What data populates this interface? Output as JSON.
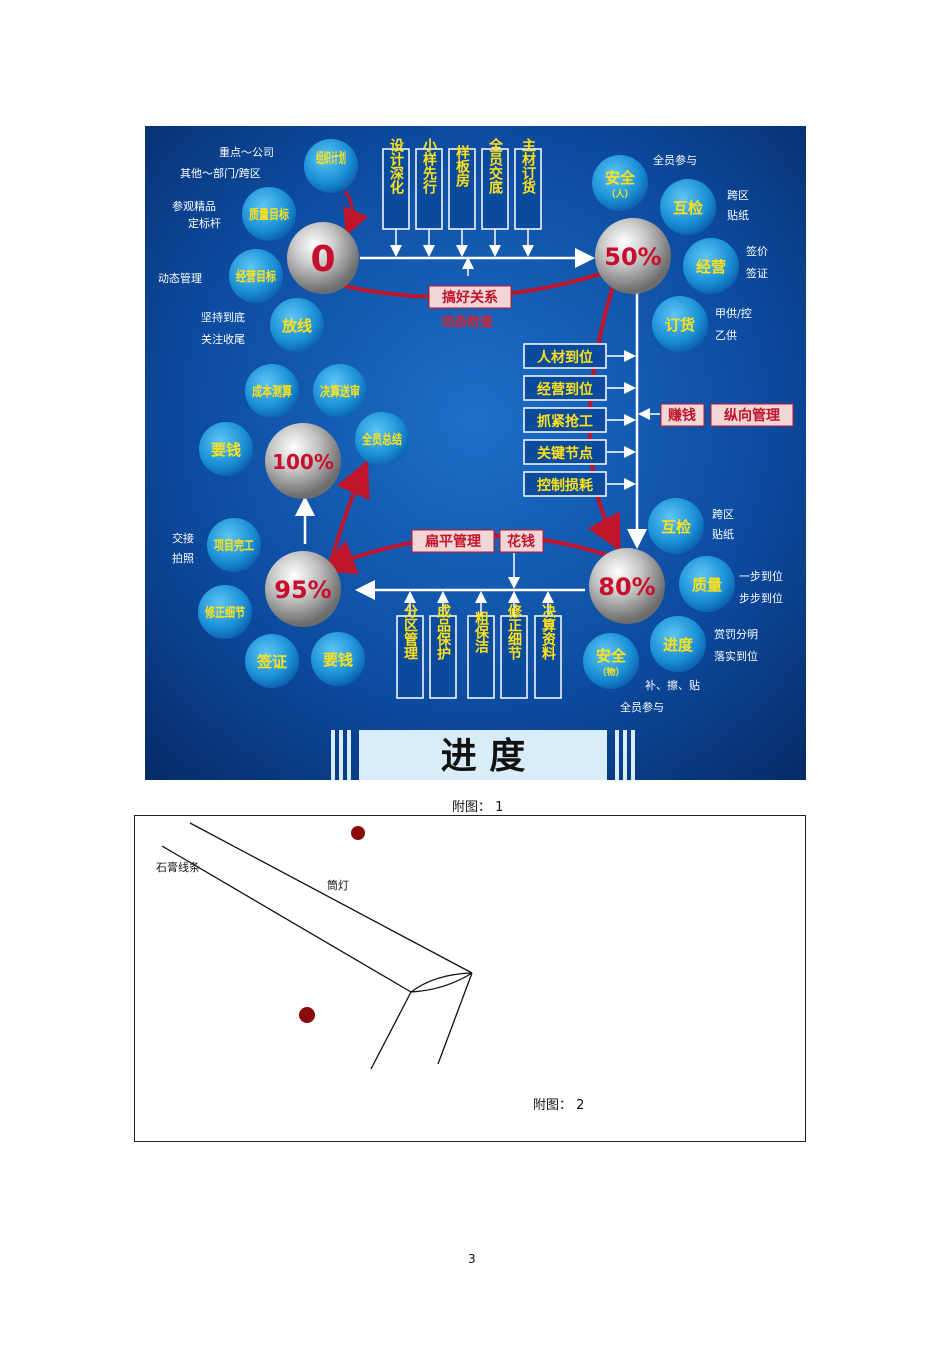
{
  "figure1": {
    "title": "进 度",
    "milestones": [
      "0",
      "50%",
      "80%",
      "95%",
      "100%"
    ],
    "bubbles": [
      "组织计划",
      "质量目标",
      "经营目标",
      "放线",
      "安全",
      "（人）",
      "互检",
      "经营",
      "订货",
      "互检",
      "质量",
      "进度",
      "安全",
      "（物）",
      "项目完工",
      "修正细节",
      "签证",
      "要钱",
      "成本测算",
      "决算送审",
      "全员总结",
      "要钱"
    ],
    "side_notes": [
      "重点～公司",
      "其他～部门/跨区",
      "参观精品",
      "定标杆",
      "动态管理",
      "坚持到底",
      "关注收尾",
      "全员参与",
      "跨区",
      "贴纸",
      "签价",
      "签证",
      "甲供/控",
      "乙供",
      "跨区",
      "贴纸",
      "一步到位",
      "步步到位",
      "赏罚分明",
      "落实到位",
      "补、擦、贴",
      "全员参与",
      "交接",
      "拍照"
    ],
    "top_boxes": [
      "设计深化",
      "小样先行",
      "样板房",
      "全员交底",
      "主材订货"
    ],
    "mid_boxes": [
      "人材到位",
      "经营到位",
      "抓紧抢工",
      "关键节点",
      "控制损耗"
    ],
    "bottom_boxes": [
      "分区管理",
      "成品保护",
      "粗保洁",
      "修正细节",
      "决算资料"
    ],
    "red_tags": [
      "搞好关系",
      "动态检查",
      "赚钱",
      "纵向管理",
      "扁平管理",
      "花钱"
    ]
  },
  "caption1": "附图： 1",
  "figure2": {
    "labels": [
      "石膏线条",
      "筒灯"
    ],
    "caption": "附图： 2"
  },
  "page_number": "3"
}
